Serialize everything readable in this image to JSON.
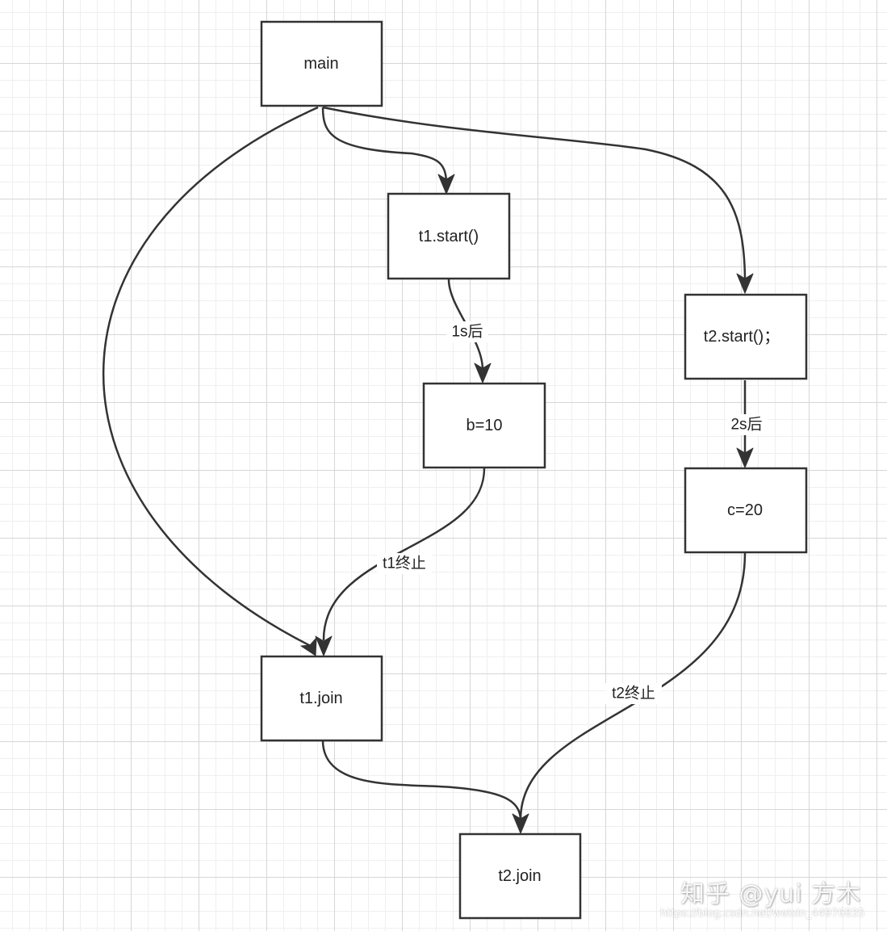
{
  "nodes": {
    "main": "main",
    "t1_start": "t1.start()",
    "t2_start": "t2.start()；",
    "b10": "b=10",
    "c20": "c=20",
    "t1_join": "t1.join",
    "t2_join": "t2.join"
  },
  "edge_labels": {
    "t1_delay": "1s后",
    "t2_delay": "2s后",
    "t1_end": "t1终止",
    "t2_end": "t2终止"
  },
  "watermark": {
    "brand": "知乎 @yui 方木",
    "url": "https://blog.csdn.net/weixin_44976835"
  },
  "colors": {
    "stroke": "#333333",
    "fill": "#ffffff",
    "grid": "#d6d6d6"
  }
}
